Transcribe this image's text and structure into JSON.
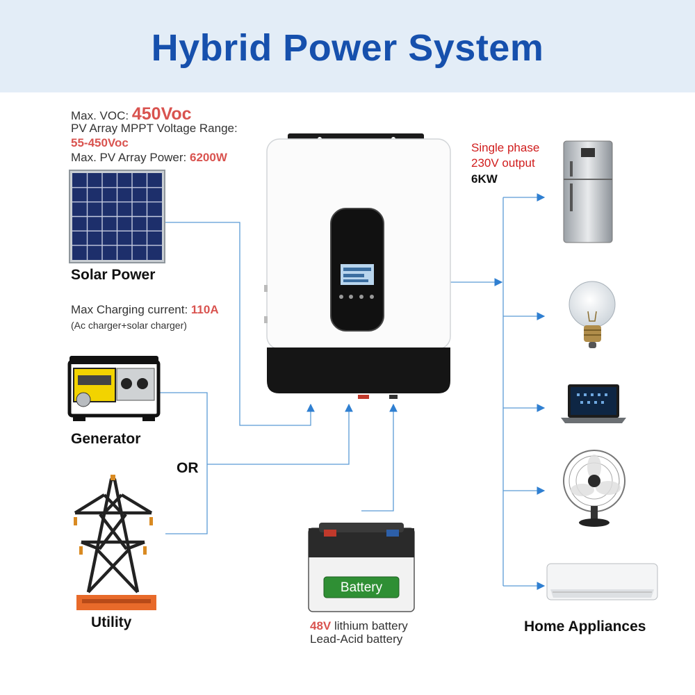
{
  "title": "Hybrid Power System",
  "pv": {
    "voc_label": "Max. VOC: ",
    "voc_value": "450Voc",
    "mppt_label": "PV Array MPPT Voltage Range:",
    "mppt_value": "55-450Voc",
    "power_label": "Max. PV Array Power: ",
    "power_value": "6200W"
  },
  "solar_label": "Solar Power",
  "charging": {
    "label": "Max Charging current: ",
    "value": "110A",
    "note": "(Ac charger+solar charger)"
  },
  "generator_label": "Generator",
  "or_label": "OR",
  "utility_label": "Utility",
  "battery": {
    "sticker": "Battery",
    "voltage": "48V",
    "type1": " lithium battery",
    "type2": "Lead-Acid battery"
  },
  "output": {
    "line1": "Single phase",
    "line2": "230V output",
    "power": "6KW"
  },
  "appliances_label": "Home Appliances",
  "colors": {
    "title_blue": "#1650ad",
    "header_bg": "#e3edf7",
    "connector": "#5b9bd5",
    "arrow": "#2f7fd1",
    "highlight_red": "#d9534f"
  }
}
